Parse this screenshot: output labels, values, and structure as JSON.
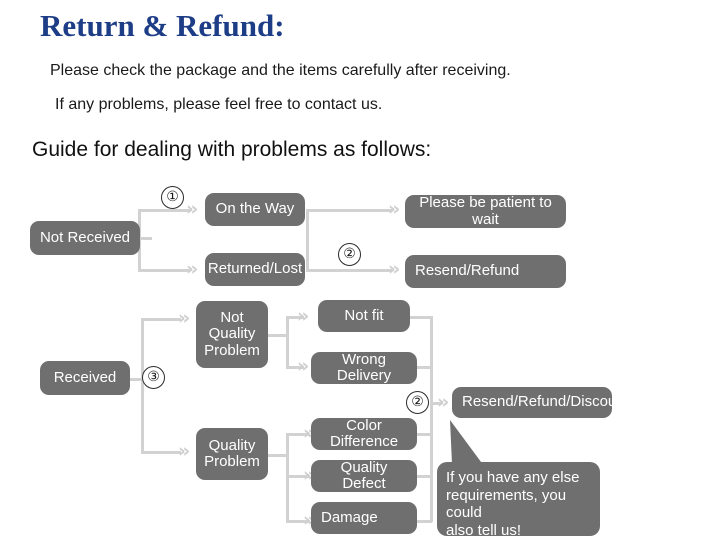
{
  "header": {
    "title": "Return & Refund:",
    "line1": "Please check the package and the items carefully after receiving.",
    "line2": "If any problems, please feel free to contact us.",
    "guide": "Guide for dealing with problems as follows:"
  },
  "colors": {
    "title_blue": "#1d3d87",
    "node_gray": "#6f6f6f",
    "connector_gray": "#d2d2d2",
    "node_text": "#ffffff"
  },
  "flow": {
    "nodes": {
      "not_received": "Not Received",
      "on_the_way": "On the Way",
      "returned_lost": "Returned/Lost",
      "please_wait": "Please be patient to wait",
      "resend_refund": "Resend/Refund",
      "received": "Received",
      "not_quality_problem": "Not\nQuality\nProblem",
      "quality_problem": "Quality\nProblem",
      "not_fit": "Not fit",
      "wrong_delivery": "Wrong Delivery",
      "color_difference": "Color Difference",
      "quality_defect": "Quality Defect",
      "damage": "Damage",
      "resend_refund_discount": "Resend/Refund/Discount"
    },
    "markers": {
      "one": "①",
      "two_top": "②",
      "three": "③",
      "two_bottom": "②"
    },
    "arrow_glyph": "»",
    "callout": "If you have any else\nrequirements, you could\nalso tell us!"
  }
}
